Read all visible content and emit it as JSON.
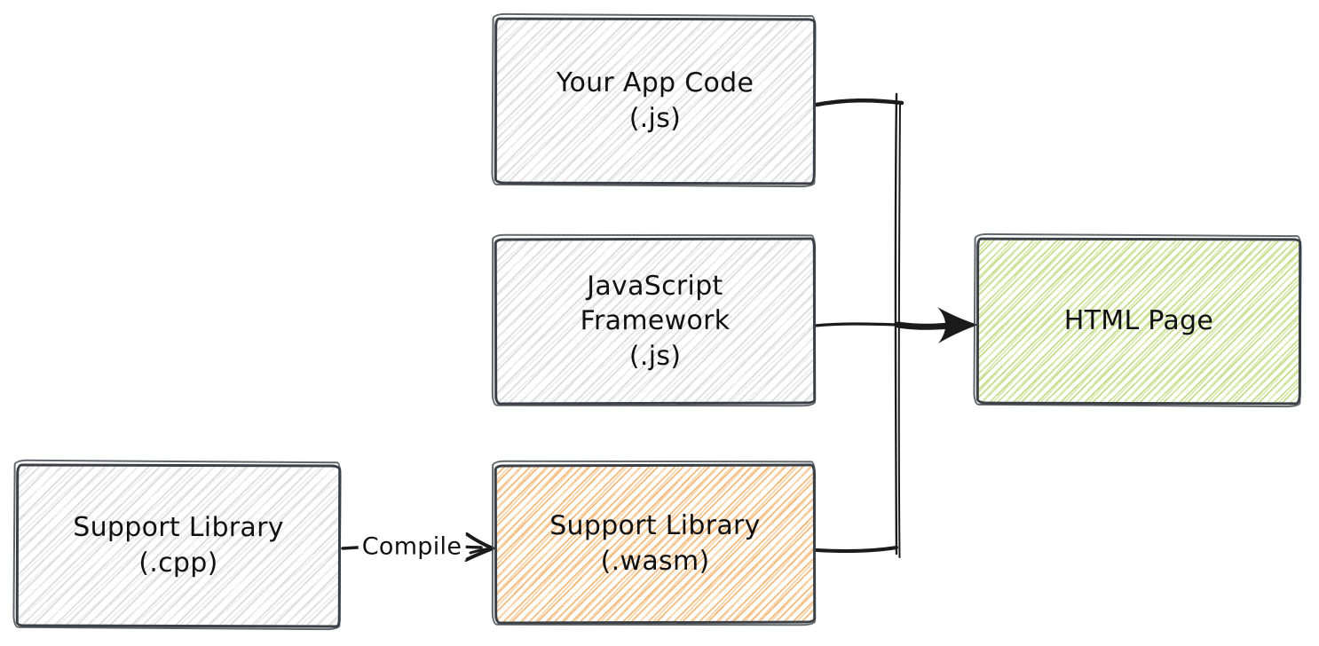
{
  "colors": {
    "background": "#ffffff",
    "box-stroke": "#3a4046",
    "connector": "#1b1b1b",
    "text": "#111111",
    "hatch-gray": "#dcdcdc",
    "hatch-gray-light": "#ededed",
    "hatch-orange": "#f4bb7d",
    "hatch-orange-light": "#f9d6ab",
    "hatch-green": "#c3dd8b",
    "hatch-green-light": "#dcebb4"
  },
  "diagram": {
    "nodes": [
      {
        "id": "your-app-code",
        "lines": [
          "Your App Code",
          "(.js)"
        ],
        "fill": "gray"
      },
      {
        "id": "javascript-framework",
        "lines": [
          "JavaScript",
          "Framework",
          "(.js)"
        ],
        "fill": "gray"
      },
      {
        "id": "support-library-cpp",
        "lines": [
          "Support Library",
          "(.cpp)"
        ],
        "fill": "gray"
      },
      {
        "id": "support-library-wasm",
        "lines": [
          "Support Library",
          "(.wasm)"
        ],
        "fill": "orange"
      },
      {
        "id": "html-page",
        "lines": [
          "HTML Page"
        ],
        "fill": "green"
      }
    ],
    "edges": [
      {
        "id": "cpp-to-wasm",
        "from": "support-library-cpp",
        "to": "support-library-wasm",
        "label": "Compile",
        "arrow": true
      },
      {
        "id": "appcode-to-htmlpage",
        "from": "your-app-code",
        "to": "html-page",
        "label": "",
        "arrow": false
      },
      {
        "id": "framework-to-htmlpage",
        "from": "javascript-framework",
        "to": "html-page",
        "label": "",
        "arrow": true
      },
      {
        "id": "wasm-to-htmlpage",
        "from": "support-library-wasm",
        "to": "html-page",
        "label": "",
        "arrow": false
      }
    ]
  }
}
